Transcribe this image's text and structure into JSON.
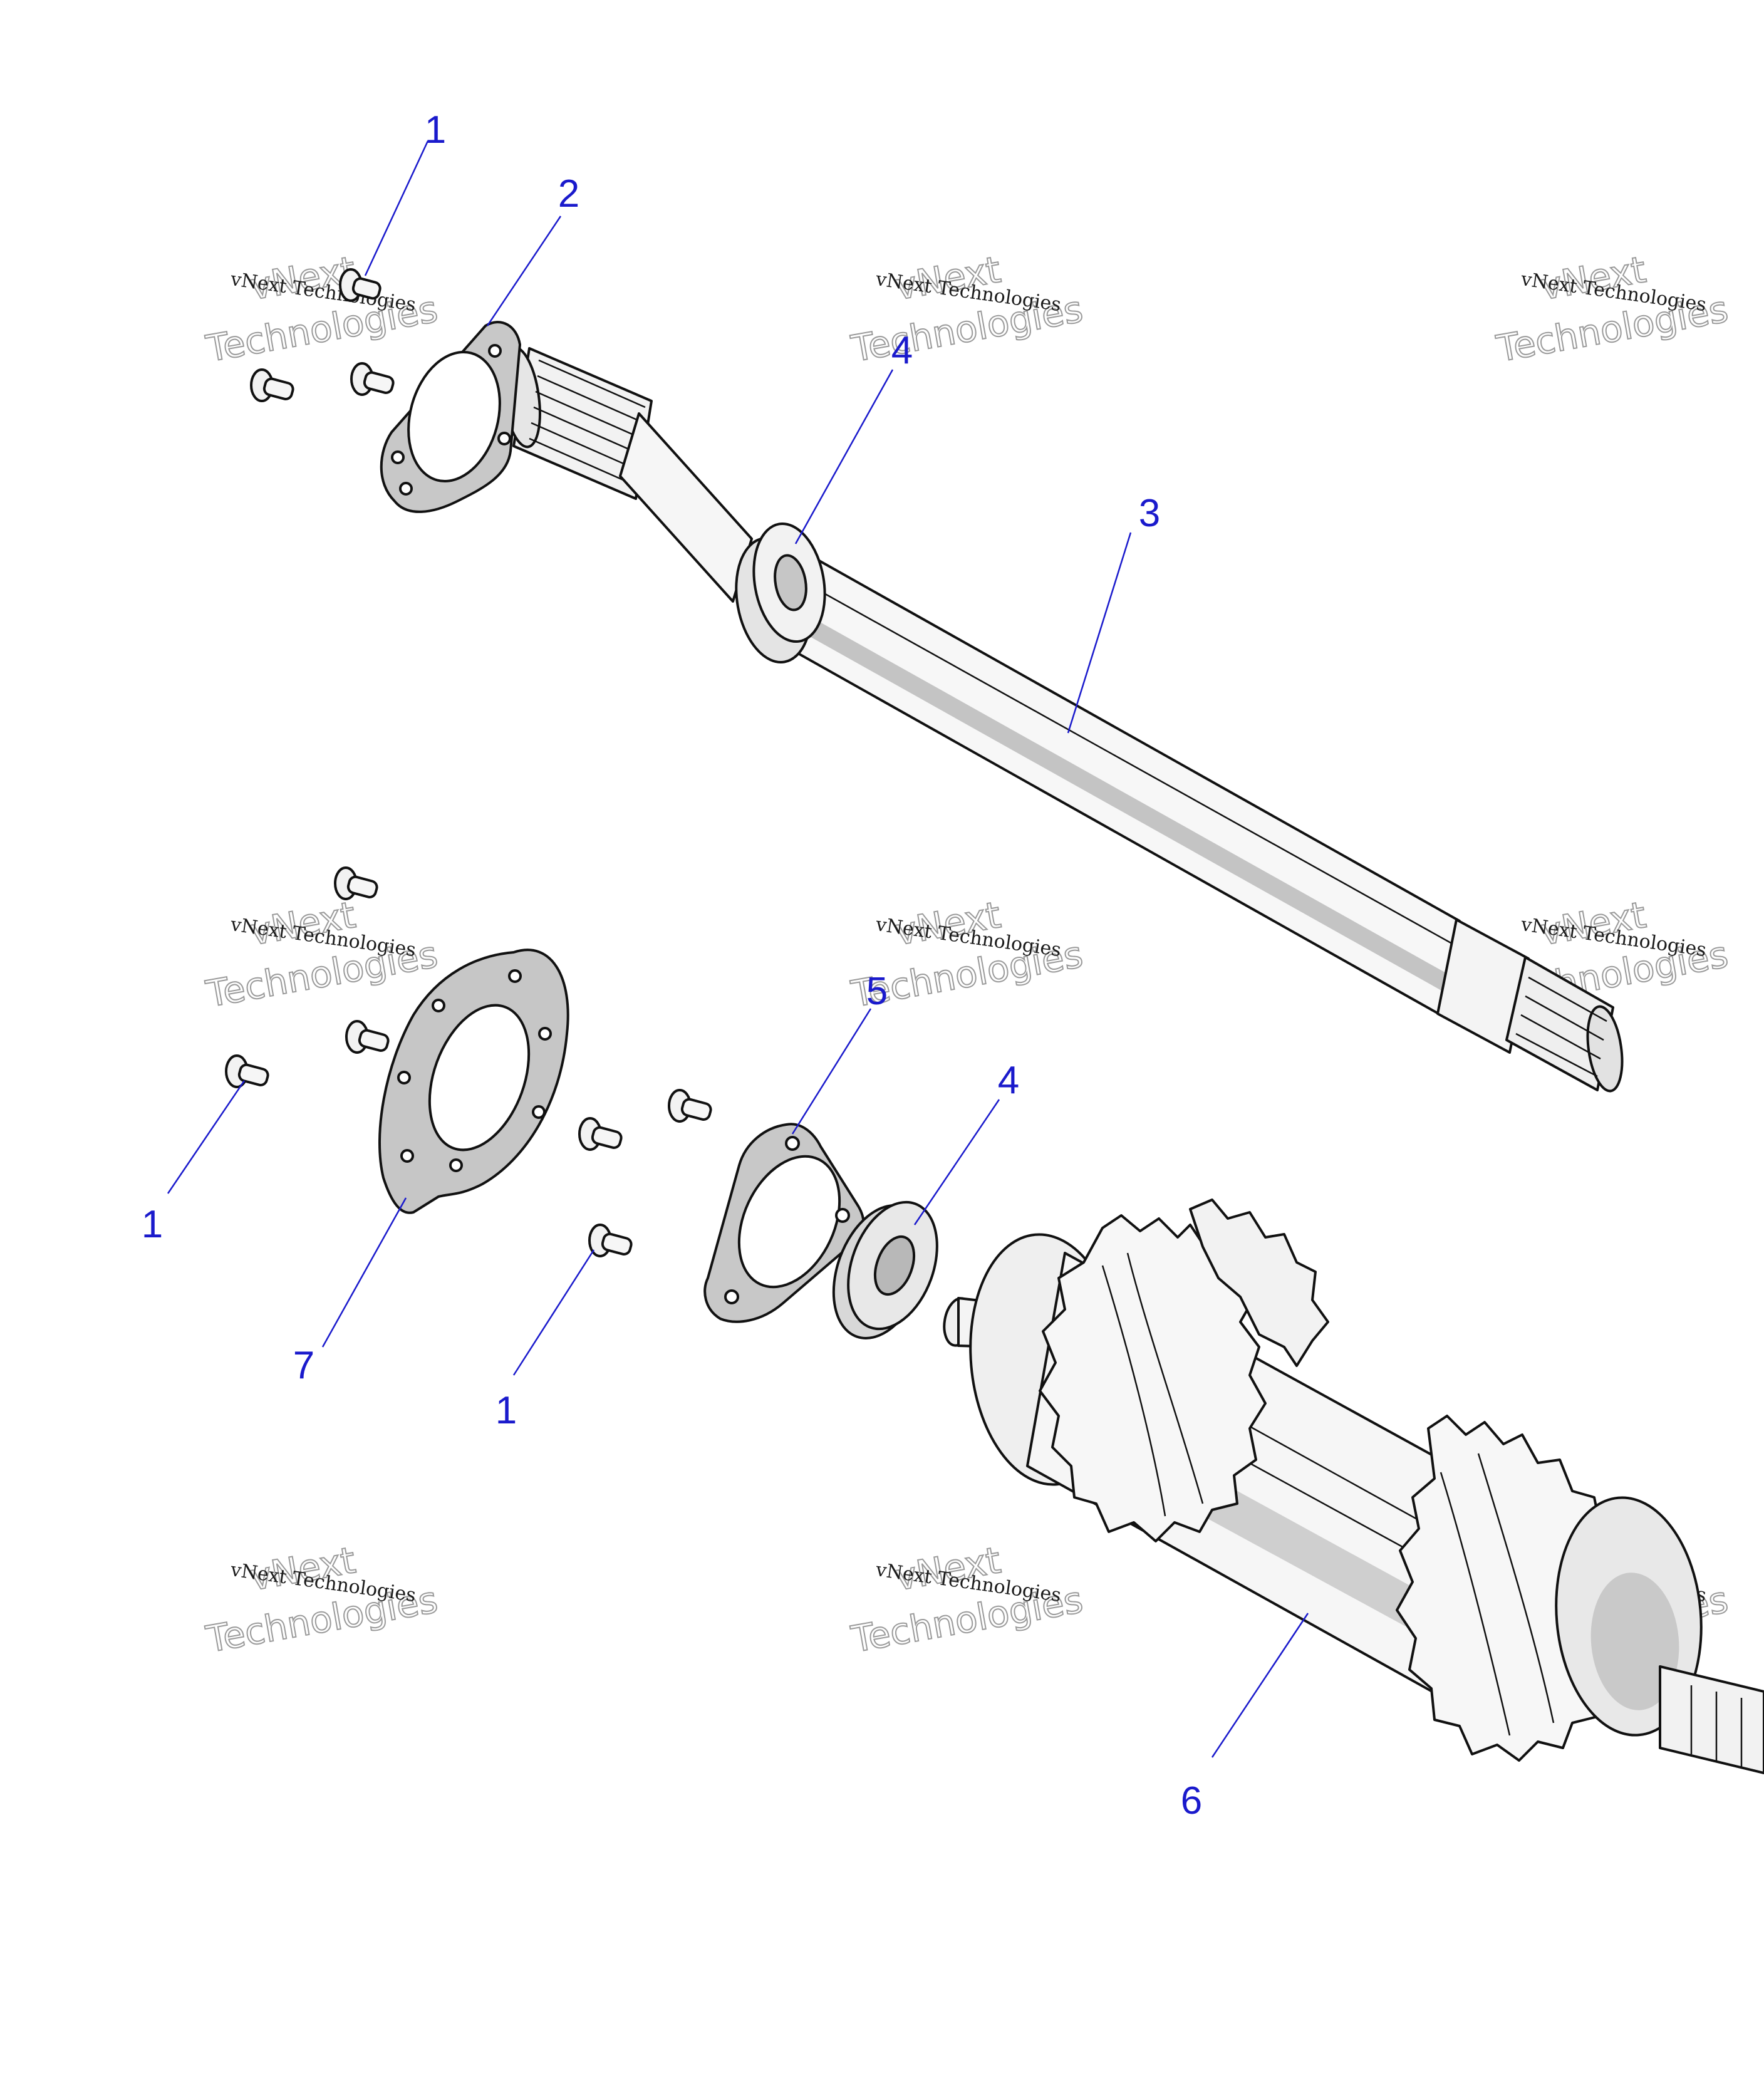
{
  "colors": {
    "callout": "#1a1acc",
    "outline": "#111111",
    "gasket": "#c8c8c8",
    "metal_light": "#f4f4f4",
    "metal_shade": "#bdbdbd",
    "watermark_big": "#9a9a9a"
  },
  "watermark": {
    "line1": "vNext Technologies",
    "big1": "vNext",
    "big2": "Technologies"
  },
  "callouts": {
    "c1": "1",
    "c2": "2",
    "c3": "3",
    "c4": "4",
    "c5": "5",
    "c6": "6",
    "c7": "7"
  },
  "parts": [
    {
      "number": "1",
      "name": "bolt"
    },
    {
      "number": "2",
      "name": "flange-gasket"
    },
    {
      "number": "3",
      "name": "drive-shaft"
    },
    {
      "number": "4",
      "name": "bearing"
    },
    {
      "number": "5",
      "name": "bearing-flange"
    },
    {
      "number": "6",
      "name": "drive-axle-sprocket-assembly"
    },
    {
      "number": "7",
      "name": "bearing-plate"
    }
  ]
}
